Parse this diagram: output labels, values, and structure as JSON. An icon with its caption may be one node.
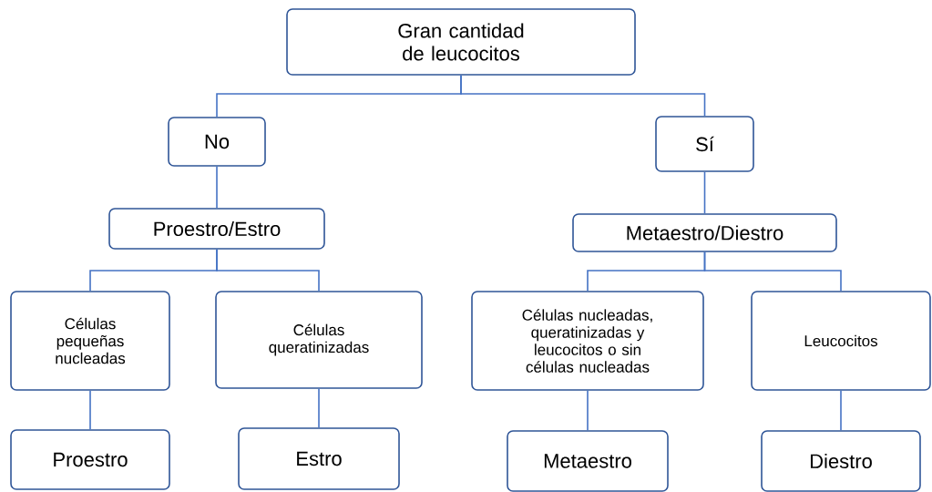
{
  "diagram": {
    "nodes": [
      {
        "text": [
          "Gran cantidad de leucocitos"
        ]
      },
      {
        "text": [
          "No"
        ]
      },
      {
        "text": [
          "Sí"
        ]
      },
      {
        "text": [
          "Proestro/Estro"
        ]
      },
      {
        "text": [
          "Metaestro/Diestro"
        ]
      },
      {
        "text": [
          "Células pequeñas nucleadas"
        ]
      },
      {
        "text": [
          "Células queratinizadas"
        ]
      },
      {
        "text": [
          "Células nucleadas, queratinizadas y leucocitos o sin células nucleadas"
        ]
      },
      {
        "text": [
          "Leucocitos"
        ]
      },
      {
        "text": [
          "Proestro"
        ]
      },
      {
        "text": [
          "Estro"
        ]
      },
      {
        "text": [
          "Metaestro"
        ]
      },
      {
        "text": [
          "Diestro"
        ]
      }
    ],
    "edges": [
      {
        "from": 0,
        "to": 1,
        "arrow": "none"
      },
      {
        "from": 0,
        "to": 2,
        "arrow": "none"
      },
      {
        "from": 1,
        "to": 3,
        "arrow": "none"
      },
      {
        "from": 2,
        "to": 4,
        "arrow": "none"
      },
      {
        "from": 3,
        "to": 5,
        "arrow": "none"
      },
      {
        "from": 3,
        "to": 6,
        "arrow": "none"
      },
      {
        "from": 4,
        "to": 7,
        "arrow": "none"
      },
      {
        "from": 4,
        "to": 8,
        "arrow": "none"
      },
      {
        "from": 5,
        "to": 9,
        "arrow": "none"
      },
      {
        "from": 6,
        "to": 10,
        "arrow": "none"
      },
      {
        "from": 7,
        "to": 11,
        "arrow": "none"
      },
      {
        "from": 8,
        "to": 12,
        "arrow": "none"
      }
    ]
  }
}
